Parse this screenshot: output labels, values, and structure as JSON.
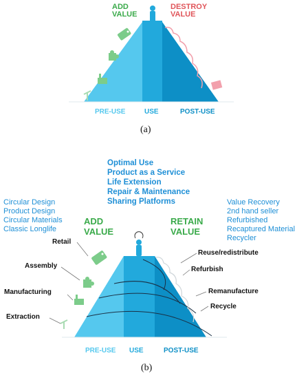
{
  "panel_a": {
    "add_value": [
      "ADD",
      "VALUE"
    ],
    "destroy_value": [
      "DESTROY",
      "VALUE"
    ],
    "axis": {
      "pre_use": "PRE-USE",
      "use": "USE",
      "post_use": "POST-USE"
    },
    "caption": "(a)"
  },
  "panel_b": {
    "top_list": [
      "Optimal Use",
      "Product as a Service",
      "Life Extension",
      "Repair & Maintenance",
      "Sharing Platforms"
    ],
    "left_list": [
      "Circular Design",
      "Product Design",
      "Circular Materials",
      "Classic Longlife"
    ],
    "right_list": [
      "Value Recovery",
      "2nd hand seller",
      "Refurbished",
      "Recaptured Material",
      "Recycler"
    ],
    "add_value": [
      "ADD",
      "VALUE"
    ],
    "retain_value": [
      "RETAIN",
      "VALUE"
    ],
    "left_stages": [
      "Retail",
      "Assembly",
      "Manufacturing",
      "Extraction"
    ],
    "right_stages": [
      "Reuse/redistribute",
      "Refurbish",
      "Remanufacture",
      "Recycle"
    ],
    "axis": {
      "pre_use": "PRE-USE",
      "use": "USE",
      "post_use": "POST-USE"
    },
    "caption": "(b)"
  },
  "colors": {
    "pre_use": "#55c8ee",
    "use": "#22a9dc",
    "post_use": "#0d8fc6",
    "add_value": "#3aaa4a",
    "destroy_value": "#e0555a",
    "list_text": "#1e8fd6",
    "icon_green": "#7ccc8a",
    "icon_pink": "#f2a0ac"
  }
}
